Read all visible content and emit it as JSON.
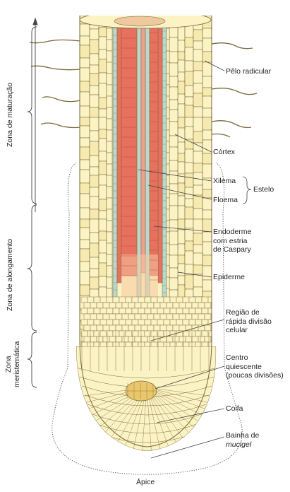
{
  "labels": {
    "pelo_radicular": "Pêlo radicular",
    "cortex": "Córtex",
    "xilema": "Xilema",
    "floema": "Floema",
    "estelo": "Estelo",
    "endoderme": "Endoderme\ncom estria\nde Caspary",
    "epiderme": "Epiderme",
    "regiao_divisao": "Região de\nrápida divisão\ncelular",
    "centro_quiescente": "Centro\nquiescente\n(poucas divisões)",
    "coifa": "Coifa",
    "bainha_prefix": "Bainha de",
    "bainha_italic": "mucigel",
    "apice": "Ápice"
  },
  "zones": {
    "maturacao": "Zona de maturação",
    "alongamento": "Zona de alongamento",
    "meristematica": "Zona\nmeristemática"
  },
  "colors": {
    "cell_fill": "#fbf3c4",
    "cell_fill_alt": "#f7eab0",
    "cell_stroke": "#7a6a3a",
    "xylem": "#e8705e",
    "phloem": "#b8d9cc",
    "quiescent": "#ebc66a",
    "mucigel": "#555555"
  }
}
